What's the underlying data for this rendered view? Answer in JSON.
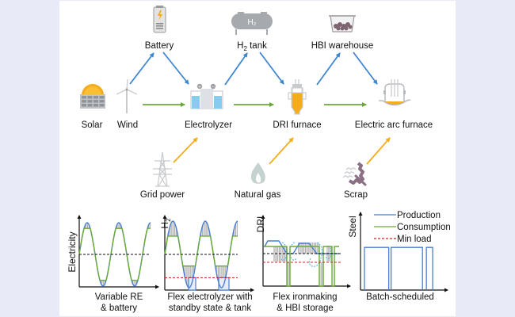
{
  "colors": {
    "background": "#e8eaf7",
    "panel": "#ffffff",
    "blue_arrow": "#3f86d0",
    "green_arrow": "#6aaa3a",
    "orange_arrow": "#f5ac1a",
    "production": "#4a7fd0",
    "consumption": "#6aaa3a",
    "min_load": "#d02020",
    "mean_line": "#111111",
    "hatch": "#9a9a9a"
  },
  "nodes": {
    "battery": {
      "label": "Battery",
      "icon": "battery-icon"
    },
    "h2_tank": {
      "label_main": "H",
      "label_sub": "2",
      "label_rest": " tank",
      "icon": "hydrogen-tank-icon",
      "icon_text": "H₂"
    },
    "hbi_warehouse": {
      "label": "HBI warehouse",
      "icon": "hbi-bin-icon"
    },
    "solar": {
      "label": "Solar",
      "icon": "solar-panel-icon"
    },
    "wind": {
      "label": "Wind",
      "icon": "wind-turbine-icon"
    },
    "electrolyzer": {
      "label": "Electrolyzer",
      "icon": "electrolyzer-icon",
      "plus": "+",
      "minus": "−"
    },
    "dri_furnace": {
      "label": "DRI furnace",
      "icon": "dri-furnace-icon"
    },
    "eaf": {
      "label": "Electric arc furnace",
      "icon": "electric-arc-furnace-icon"
    },
    "grid": {
      "label": "Grid power",
      "icon": "power-pylon-icon"
    },
    "natural_gas": {
      "label": "Natural gas",
      "icon": "gas-flame-icon"
    },
    "scrap": {
      "label": "Scrap",
      "icon": "scrap-metal-icon"
    }
  },
  "flows": [
    {
      "from": "wind",
      "to": "battery",
      "type": "blue"
    },
    {
      "from": "battery",
      "to": "electrolyzer",
      "type": "blue"
    },
    {
      "from": "electrolyzer",
      "to": "h2_tank",
      "type": "blue"
    },
    {
      "from": "h2_tank",
      "to": "dri_furnace",
      "type": "blue"
    },
    {
      "from": "dri_furnace",
      "to": "hbi_warehouse",
      "type": "blue"
    },
    {
      "from": "hbi_warehouse",
      "to": "eaf",
      "type": "blue"
    },
    {
      "from": "wind",
      "to": "electrolyzer",
      "type": "green"
    },
    {
      "from": "electrolyzer",
      "to": "dri_furnace",
      "type": "green"
    },
    {
      "from": "dri_furnace",
      "to": "eaf",
      "type": "green"
    },
    {
      "from": "grid",
      "to": "electrolyzer",
      "type": "orange"
    },
    {
      "from": "natural_gas",
      "to": "dri_furnace",
      "type": "orange"
    },
    {
      "from": "scrap",
      "to": "eaf",
      "type": "orange"
    }
  ],
  "chart_data": [
    {
      "type": "line",
      "ylabel": "Electricity",
      "caption_lines": [
        "Variable RE",
        "& battery"
      ],
      "description": "Variable renewable production (blue sine) vs consumption (green, clipped sine smoothed by battery); dashed black mean line",
      "series": [
        {
          "name": "Production",
          "shape": "sine",
          "cycles": 2.25,
          "amplitude": 1.0
        },
        {
          "name": "Consumption",
          "shape": "sine",
          "cycles": 2.25,
          "amplitude": 0.82
        }
      ],
      "mean_line": 0.0
    },
    {
      "type": "line",
      "ylabel_main": "H",
      "ylabel_sub": "2",
      "caption_lines": [
        "Flex electrolyzer with",
        "standby state & tank"
      ],
      "description": "H2 production (blue sine) vs consumption (green, capped at upper/lower plateaus); min load (red dashed); standby gaps drop to zero",
      "series": [
        {
          "name": "Production",
          "shape": "sine",
          "cycles": 2.25
        },
        {
          "name": "Consumption",
          "shape": "clipped-sine",
          "upper_cap": 0.55,
          "lower_cap": -0.35
        }
      ],
      "mean_line": 0.0,
      "min_load": -0.7
    },
    {
      "type": "line",
      "ylabel": "DRI",
      "caption_lines": [
        "Flex ironmaking",
        "& HBI storage"
      ],
      "description": "DRI production with ramp limits, consumption step profile with batch gaps; min load red dashed",
      "series": [
        {
          "name": "Production",
          "shape": "ramped"
        },
        {
          "name": "Consumption",
          "shape": "step"
        }
      ],
      "mean_line": 0.0,
      "min_load": -0.35
    },
    {
      "type": "line",
      "ylabel": "Steel",
      "caption_lines": [
        "Batch-scheduled"
      ],
      "description": "Steel production in three batches (rectangular pulses)",
      "series": [
        {
          "name": "Production",
          "shape": "batches",
          "batches": [
            [
              0.04,
              0.35
            ],
            [
              0.38,
              0.78
            ],
            [
              0.83,
              0.91
            ]
          ],
          "level": 0.6
        }
      ],
      "legend": [
        {
          "name": "Production",
          "style": "solid",
          "color": "#4a7fd0"
        },
        {
          "name": "Consumption",
          "style": "solid",
          "color": "#6aaa3a"
        },
        {
          "name": "Min load",
          "style": "dashed",
          "color": "#d02020"
        }
      ],
      "legend_position": "top-right"
    }
  ]
}
